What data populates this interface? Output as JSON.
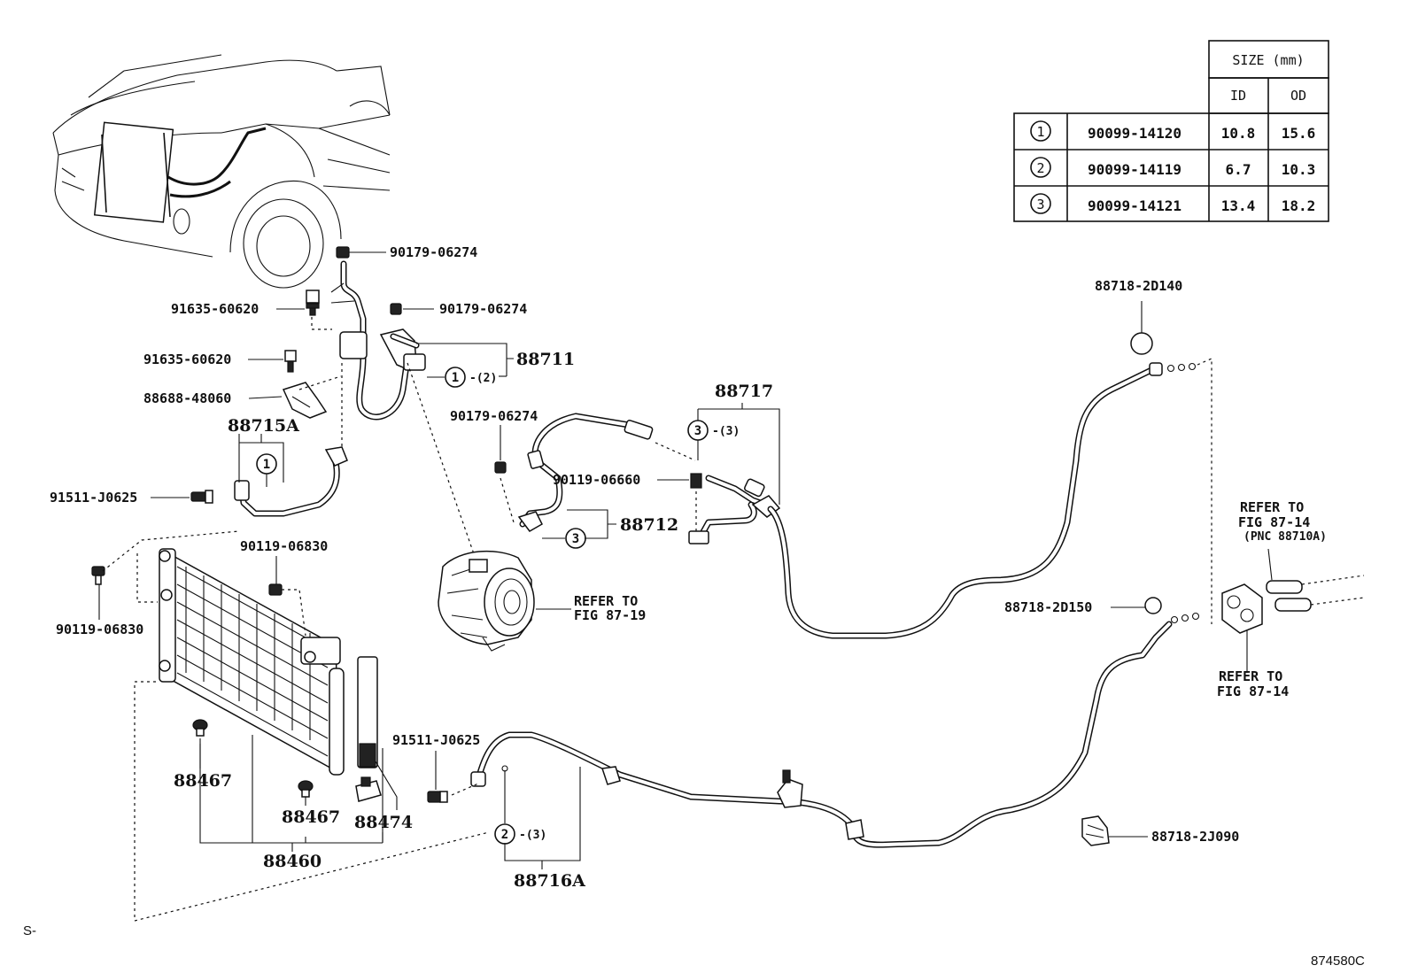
{
  "parts": {
    "p90179_top": "90179-06274",
    "p91635_a": "91635-60620",
    "p90179_mid": "90179-06274",
    "p91635_b": "91635-60620",
    "p88711": "88711",
    "p88688": "88688-48060",
    "p88715A": "88715A",
    "p90179_low": "90179-06274",
    "p88717": "88717",
    "p91511_a": "91511-J0625",
    "p90119_660": "90119-06660",
    "p88712": "88712",
    "p90119_830a": "90119-06830",
    "p90119_830b": "90119-06830",
    "p88718_2D140": "88718-2D140",
    "p88718_2D150": "88718-2D150",
    "p91511_b": "91511-J0625",
    "p88467_a": "88467",
    "p88467_b": "88467",
    "p88474": "88474",
    "p88460": "88460",
    "p88716A": "88716A",
    "p88718_2J090": "88718-2J090"
  },
  "callouts": {
    "c1_88711": "1",
    "c1_88711_qty": "-(2)",
    "c1_88715A": "1",
    "c3_88717": "3",
    "c3_88717_qty": "-(3)",
    "c3_88712": "3",
    "c2_88716A": "2",
    "c2_88716A_qty": "-(3)"
  },
  "refs": {
    "compressor_1": "REFER TO",
    "compressor_2": "FIG 87-19",
    "fig87_14_top_1": "REFER TO",
    "fig87_14_top_2": "FIG 87-14",
    "fig87_14_top_3": "(PNC 88710A)",
    "fig87_14_bot_1": "REFER TO",
    "fig87_14_bot_2": "FIG 87-14"
  },
  "size_table": {
    "header": "SIZE (mm)",
    "col_id": "ID",
    "col_od": "OD",
    "rows": [
      {
        "key": "1",
        "part": "90099-14120",
        "id": "10.8",
        "od": "15.6"
      },
      {
        "key": "2",
        "part": "90099-14119",
        "id": "6.7",
        "od": "10.3"
      },
      {
        "key": "3",
        "part": "90099-14121",
        "id": "13.4",
        "od": "18.2"
      }
    ]
  },
  "footer": {
    "left": "S-",
    "right": "874580C"
  }
}
